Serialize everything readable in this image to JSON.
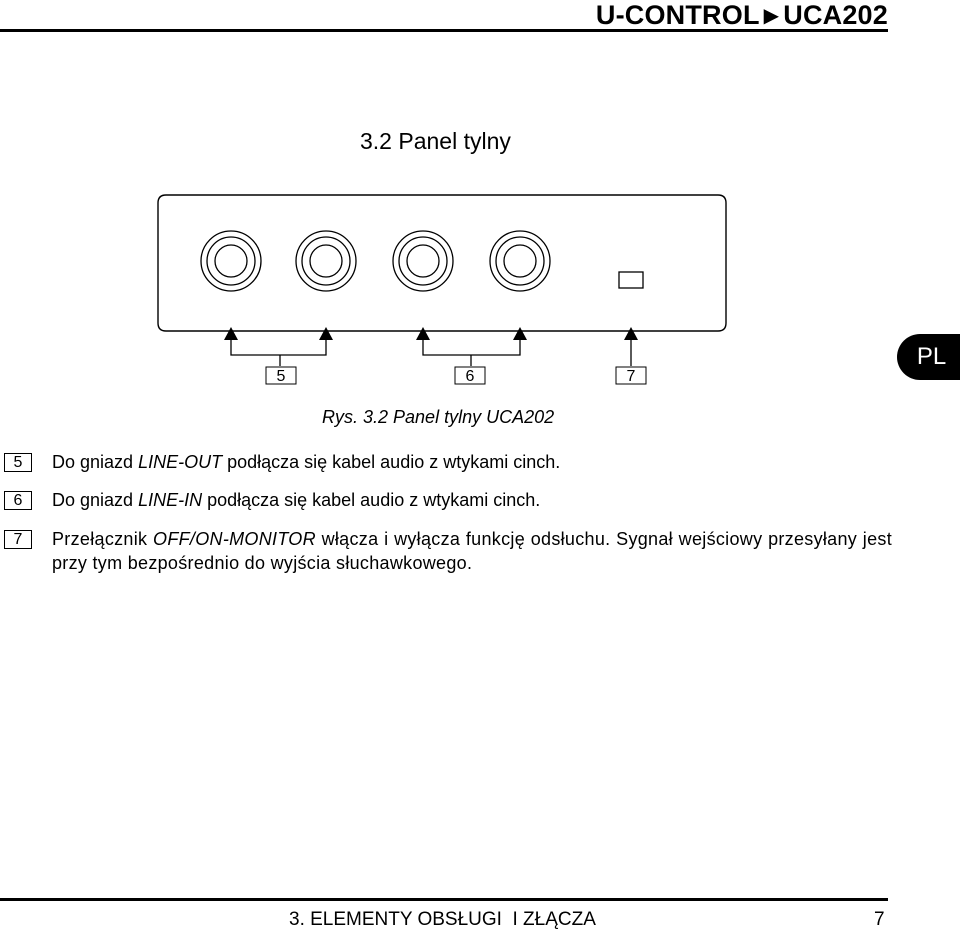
{
  "header": {
    "product": "U-CONTROL",
    "arrow_glyph": "▶",
    "model": "UCA202"
  },
  "section": {
    "title": "3.2 Panel tylny"
  },
  "figure": {
    "callouts": [
      "5",
      "6",
      "7"
    ],
    "caption": "Rys. 3.2 Panel tylny UCA202"
  },
  "language_badge": "PL",
  "descriptions": [
    {
      "number": "5",
      "before": "Do gniazd ",
      "emphasis": "LINE-OUT",
      "after": " podłącza się kabel audio z wtykami cinch."
    },
    {
      "number": "6",
      "before": "Do gniazd ",
      "emphasis": "LINE-IN",
      "after": " podłącza się kabel audio z wtykami cinch."
    },
    {
      "number": "7",
      "before": "Przełącznik ",
      "emphasis": "OFF/ON-MONITOR",
      "after": " włącza i wyłącza funkcję odsłuchu. Sygnał wejściowy przesyłany jest przy tym bezpośrednio do wyjścia słuchawkowego."
    }
  ],
  "footer": {
    "section": "3. ELEMENTY OBSŁUGI  I ZŁĄCZA",
    "page_number": "7"
  }
}
